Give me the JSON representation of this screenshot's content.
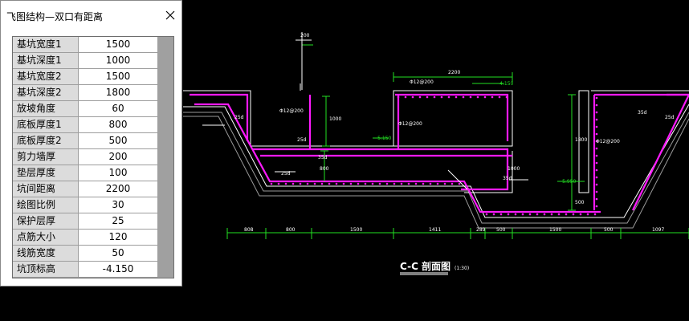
{
  "dialog": {
    "title": "飞图结构—双口有距离",
    "params": [
      {
        "label": "基坑宽度1",
        "value": "1500"
      },
      {
        "label": "基坑深度1",
        "value": "1000"
      },
      {
        "label": "基坑宽度2",
        "value": "1500"
      },
      {
        "label": "基坑深度2",
        "value": "1800"
      },
      {
        "label": "放坡角度",
        "value": "60"
      },
      {
        "label": "底板厚度1",
        "value": "800"
      },
      {
        "label": "底板厚度2",
        "value": "500"
      },
      {
        "label": "剪力墙厚",
        "value": "200"
      },
      {
        "label": "垫层厚度",
        "value": "100"
      },
      {
        "label": "坑间距离",
        "value": "2200"
      },
      {
        "label": "绘图比例",
        "value": "30"
      },
      {
        "label": "保护层厚",
        "value": "25"
      },
      {
        "label": "点筋大小",
        "value": "120"
      },
      {
        "label": "线筋宽度",
        "value": "50"
      },
      {
        "label": "坑顶标高",
        "value": "-4.150"
      }
    ]
  },
  "drawing": {
    "title": "C-C 剖面图",
    "scale": "(1:30)",
    "dims_top": {
      "d200": "200",
      "d2200": "2200"
    },
    "elevations": {
      "e1": "-4.150",
      "e2": "-5.150",
      "e3": "-5.950"
    },
    "rebar": {
      "r1": "Φ12@200",
      "r2": "Φ12@200",
      "r3": "Φ12@200",
      "r4": "Φ12@200"
    },
    "marks": {
      "m25d_a": "25d",
      "m25d_b": "25d",
      "m25d_c": "25d",
      "m25d_d": "25d",
      "m35d_a": "35d",
      "m35d_b": "35d",
      "m35d_c": "35d"
    },
    "vertical_dims": {
      "v1000": "1000",
      "v800": "800",
      "v1800": "1800",
      "v500": "500",
      "v1000b": "1000"
    },
    "bottom_dims": [
      "808",
      "800",
      "1500",
      "1411",
      "289",
      "500",
      "1500",
      "500",
      "1097"
    ]
  }
}
